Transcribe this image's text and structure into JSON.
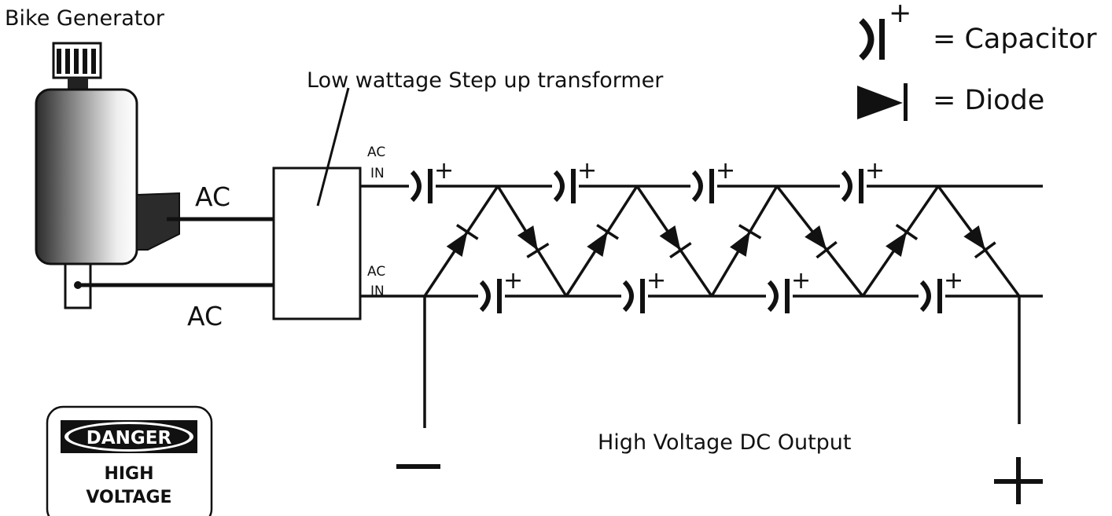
{
  "generator": {
    "label": "Bike Generator"
  },
  "transformer": {
    "label": "Low wattage Step up transformer"
  },
  "wires": {
    "ac_top": "AC",
    "ac_bottom": "AC"
  },
  "inputs": {
    "top_line1": "AC",
    "top_line2": "IN",
    "bottom_line1": "AC",
    "bottom_line2": "IN"
  },
  "legend": {
    "capacitor_text": "= Capacitor",
    "diode_text": "= Diode",
    "plus": "+"
  },
  "capacitor_polarity": "+",
  "output": {
    "label": "High Voltage DC Output",
    "minus": "—",
    "plus": "+"
  },
  "danger_sign": {
    "title": "DANGER",
    "line1": "HIGH",
    "line2": "VOLTAGE"
  },
  "colors": {
    "ink": "#111111",
    "housing_dark": "#2b2b2b",
    "housing_light": "#eeeeee"
  }
}
